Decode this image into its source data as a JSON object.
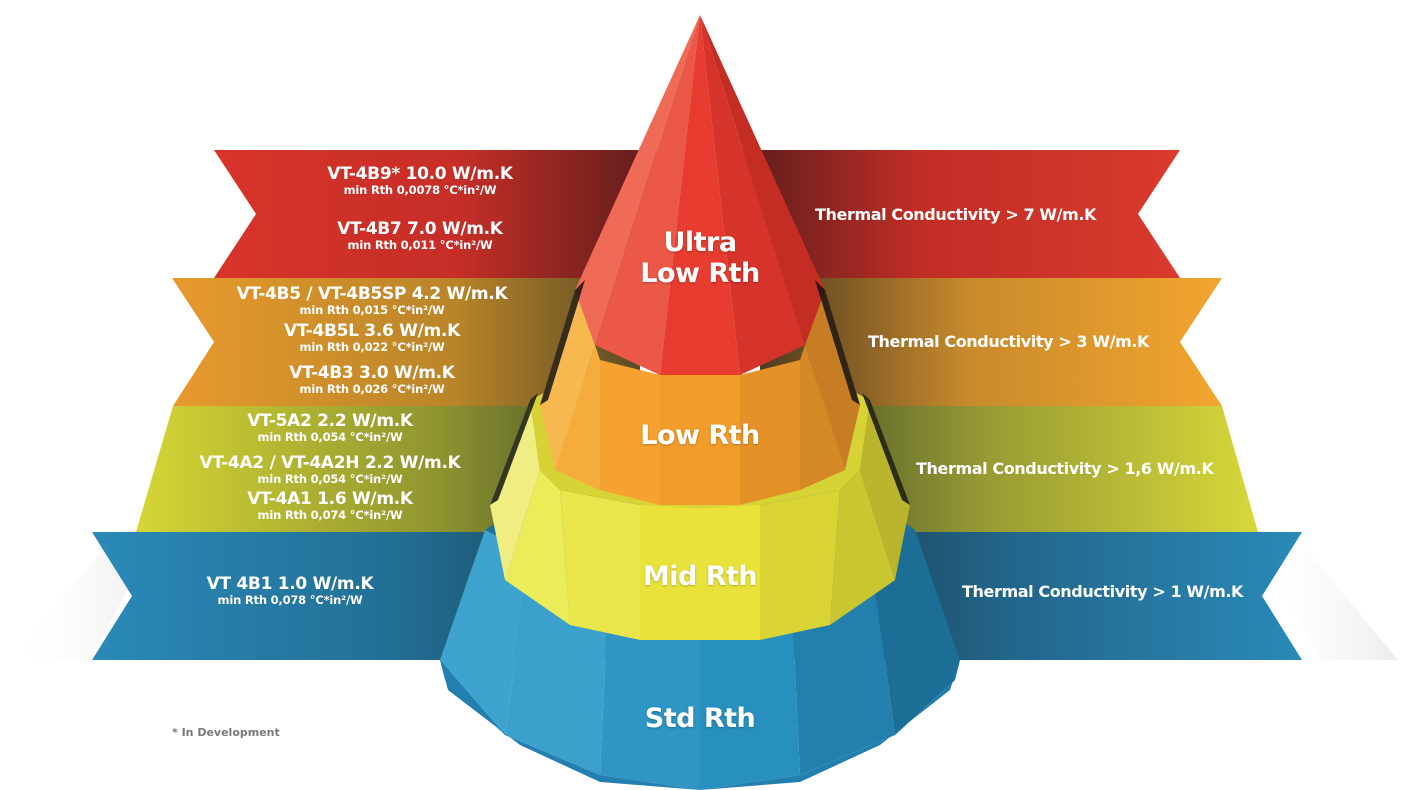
{
  "colors": {
    "ultra": "#d8342a",
    "low": "#f0a02a",
    "mid": "#d6d634",
    "std": "#2a8ab8"
  },
  "tiers": {
    "ultra": {
      "line1": "Ultra",
      "line2": "Low Rth"
    },
    "low": {
      "label": "Low Rth"
    },
    "mid": {
      "label": "Mid Rth"
    },
    "std": {
      "label": "Std Rth"
    }
  },
  "bands": {
    "ultra": {
      "conductivity": "Thermal Conductivity > 7 W/m.K",
      "products": [
        {
          "name": "VT-4B9*   10.0 W/m.K",
          "rth": "min Rth 0,0078   °C*in²/W"
        },
        {
          "name": "VT-4B7   7.0 W/m.K",
          "rth": "min Rth 0,011   °C*in²/W"
        }
      ]
    },
    "low": {
      "conductivity": "Thermal Conductivity > 3 W/m.K",
      "products": [
        {
          "name": "VT-4B5 / VT-4B5SP   4.2 W/m.K",
          "rth": "min Rth 0,015   °C*in²/W"
        },
        {
          "name": "VT-4B5L   3.6 W/m.K",
          "rth": "min Rth 0,022   °C*in²/W"
        },
        {
          "name": "VT-4B3   3.0 W/m.K",
          "rth": "min Rth 0,026   °C*in²/W"
        }
      ]
    },
    "mid": {
      "conductivity": "Thermal Conductivity > 1,6 W/m.K",
      "products": [
        {
          "name": "VT-5A2   2.2 W/m.K",
          "rth": "min Rth 0,054   °C*in²/W"
        },
        {
          "name": "VT-4A2 / VT-4A2H   2.2 W/m.K",
          "rth": "min Rth 0,054   °C*in²/W"
        },
        {
          "name": "VT-4A1   1.6 W/m.K",
          "rth": "min Rth 0,074   °C*in²/W"
        }
      ]
    },
    "std": {
      "conductivity": "Thermal Conductivity > 1 W/m.K",
      "products": [
        {
          "name": "VT 4B1   1.0 W/m.K",
          "rth": "min Rth 0,078   °C*in²/W"
        }
      ]
    }
  },
  "footnote": "* In Development"
}
